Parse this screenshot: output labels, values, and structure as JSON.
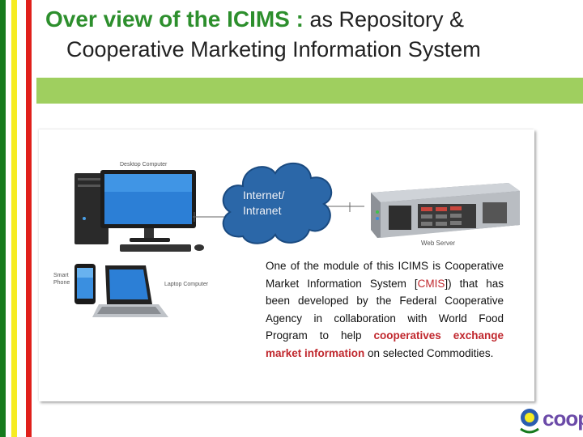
{
  "title": {
    "bold": "Over view of the ICIMS :",
    "rest": " as Repository &",
    "line2": "Cooperative Marketing Information System"
  },
  "diagram": {
    "desktop_label": "Desktop Computer",
    "smartphone_label_1": "Smart",
    "smartphone_label_2": "Phone",
    "laptop_label": "Laptop Computer",
    "webserver_label": "Web Server",
    "cloud_line1": "Internet/",
    "cloud_line2": "Intranet"
  },
  "description": {
    "p1": "One of the module of this ICIMS is Cooperative Market Information System [",
    "cmis": "CMIS",
    "p2": "]) that has been developed by the Federal Cooperative Agency in collaboration with World Food Program to help ",
    "highlight1": "cooperatives exchange market",
    "highlight2": "information",
    "p3": " on selected Commodities."
  },
  "logo": {
    "text": "coop"
  },
  "colors": {
    "stripe_green": "#157a1d",
    "stripe_yellow": "#f6ec22",
    "stripe_red": "#e0201b",
    "header_bar": "#9fcf5f",
    "title_green": "#2d8f2d",
    "highlight_red": "#c0272d"
  }
}
